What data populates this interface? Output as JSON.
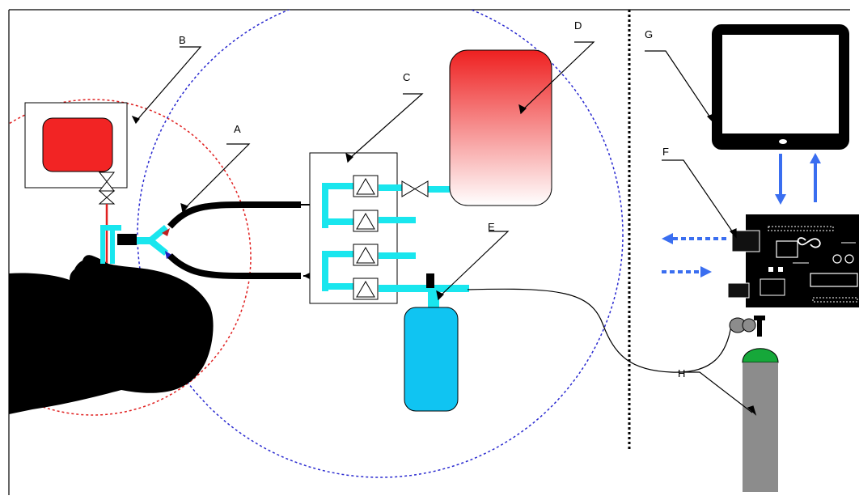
{
  "labels": {
    "a": "A",
    "b": "B",
    "c": "C",
    "d": "D",
    "e": "E",
    "f": "F",
    "g": "G",
    "h": "H"
  },
  "icons": {
    "patient": "patient-silhouette-icon",
    "monitor": "patient-monitor-icon",
    "bag": "reservoir-bag-icon",
    "reservoir": "anesthetic-reservoir-icon",
    "absorber": "co2-absorber-icon",
    "tablet": "tablet-icon",
    "board": "arduino-board-icon",
    "gas": "gas-cylinder-icon"
  },
  "colors": {
    "tubing": "#19e6ee",
    "hose": "#000000",
    "red_zone": "#e02020",
    "blue_zone": "#2a2ad0",
    "reservoir_top": "#ee2020",
    "absorber": "#10c4f2",
    "signal_arrow": "#3a6ef0",
    "cylinder_body": "#8c8c8c",
    "cylinder_cap": "#16a83a"
  }
}
